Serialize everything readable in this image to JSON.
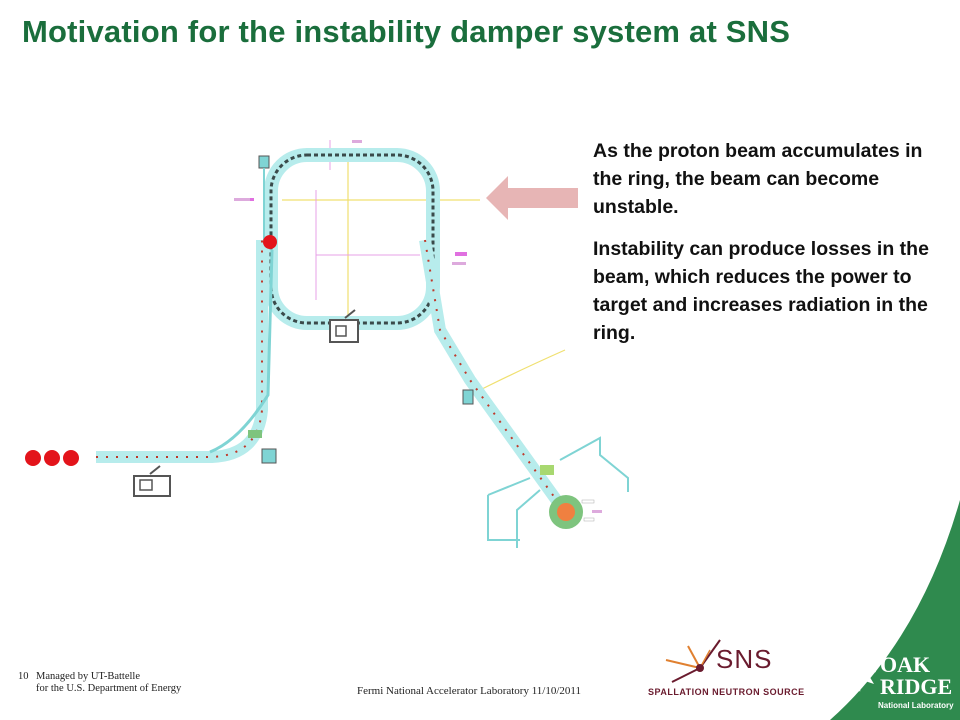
{
  "slide": {
    "title": "Motivation for the instability damper system at SNS",
    "paragraph1": "As the proton beam accumulates in the ring, the beam can become unstable.",
    "paragraph2": "Instability can produce losses in the beam, which reduces the power to target and increases radiation in the ring."
  },
  "footer": {
    "page_number": "10",
    "managed_line1": "Managed by UT-Battelle",
    "managed_line2": "for the U.S. Department of Energy",
    "center_text": "Fermi National Accelerator Laboratory 11/10/2011"
  },
  "logos": {
    "sns_text": "SNS",
    "sns_subtitle": "SPALLATION NEUTRON SOURCE",
    "ornl_line1": "OAK",
    "ornl_line2": "RIDGE",
    "ornl_line3": "National Laboratory"
  },
  "colors": {
    "title_green": "#1a6e3c",
    "arrow_pink": "#e7b5b5",
    "marker_red": "#e3141b",
    "beamline_cyan": "#7fd4d4",
    "ornl_green": "#2f8a4e"
  }
}
